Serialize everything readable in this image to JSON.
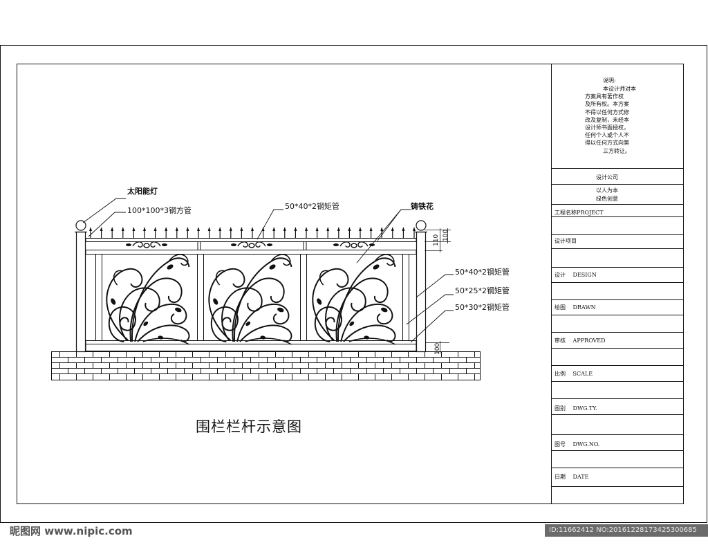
{
  "drawing": {
    "title": "围栏栏杆示意图",
    "labels": {
      "solar_lamp": "太阳能灯",
      "square_post": "100*100*3钢方管",
      "top_rail": "50*40*2钢矩管",
      "cast_iron": "铸铁花",
      "rail_a": "50*40*2钢矩管",
      "rail_b": "50*25*2钢矩管",
      "rail_c": "50*30*2钢矩管"
    },
    "dimensions": {
      "dim_top_a": "110",
      "dim_top_b": "100",
      "dim_bottom": "100"
    }
  },
  "title_block": {
    "notice_title": "说明:",
    "notice_lines": [
      "本设计师对本",
      "方案具有著作权",
      "及所有权。本方案",
      "不得以任何方式修",
      "改及复制，未经本",
      "设计师书面授权，",
      "任何个人或个人不",
      "得以任何方式向第",
      "三方转让。"
    ],
    "designer_header": "设计公司",
    "designer_lines": [
      "以人为本",
      "绿色创意"
    ],
    "project": "工程名称PROJECT",
    "project_item": "设计项目",
    "design": "设计　 DESIGN",
    "drawn": "绘图　 DRAWN",
    "approved": "审核　 APPROVED",
    "scale": "比例　 SCALE",
    "dwg_type": "图别　 DWG.TY.",
    "dwg_no": "图号　 DWG.NO.",
    "date": "日期　 DATE"
  },
  "footer": {
    "brand": "昵图网 www.nipic.com",
    "id": "ID:11662412 NO:20161228173425300685"
  }
}
